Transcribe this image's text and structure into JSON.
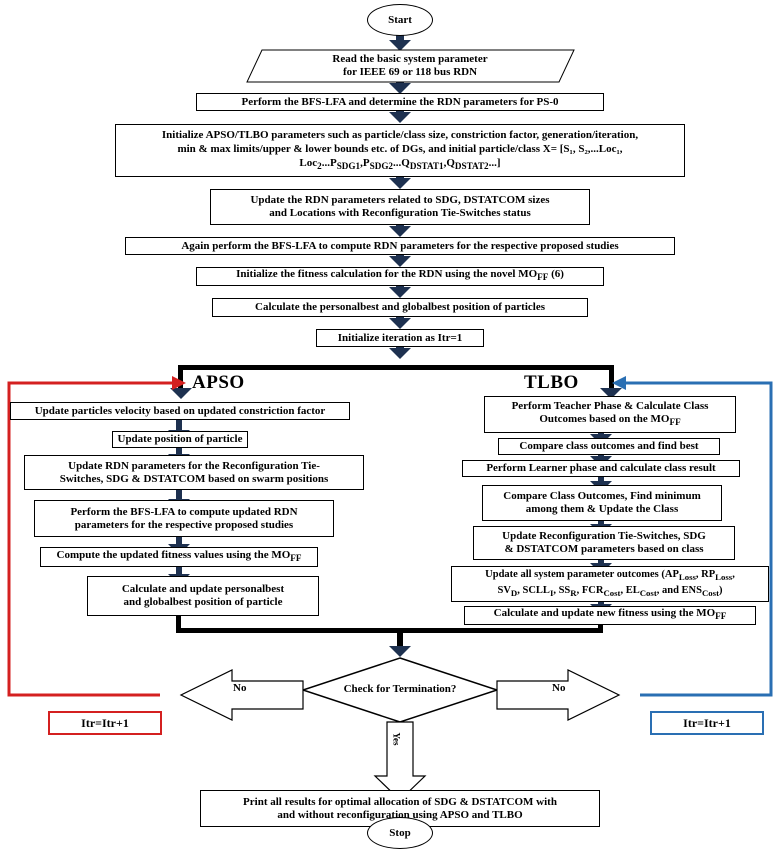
{
  "start": "Start",
  "stop": "Stop",
  "read": [
    "Read the basic system parameter",
    "for IEEE 69 or 118 bus RDN"
  ],
  "bfs_ps0": "Perform the BFS-LFA and determine the RDN parameters for PS-0",
  "initialize": [
    "Initialize APSO/TLBO parameters such as particle/class size, constriction factor, generation/iteration,",
    "min & max limits/upper & lower bounds etc. of DGs, and initial particle/class X= [S₁, S₂,...Loc₁,",
    "Loc₂...P_SDG1,P_SDG2...Q_DSTAT1,Q_DSTAT2...]"
  ],
  "update_rdn": [
    "Update the RDN parameters related to SDG, DSTATCOM sizes",
    "and Locations with Reconfiguration Tie-Switches status"
  ],
  "again_bfs": "Again perform the BFS-LFA to compute RDN parameters for the respective proposed studies",
  "fitness_init": "Initialize the fitness calculation for the RDN using the novel MO_FF (6)",
  "personal_global": "Calculate the personalbest and globalbest position of particles",
  "itr_init": "Initialize iteration as Itr=1",
  "apso": {
    "title": "APSO",
    "steps": [
      [
        "Update particles velocity based on updated constriction factor"
      ],
      [
        "Update position of particle"
      ],
      [
        "Update RDN parameters for the Reconfiguration Tie-",
        "Switches, SDG & DSTATCOM based on swarm positions"
      ],
      [
        "Perform the BFS-LFA to compute updated RDN",
        "parameters for the respective proposed studies"
      ],
      [
        "Compute the updated fitness values using the MO_FF"
      ],
      [
        "Calculate and update personalbest",
        "and globalbest position of particle"
      ]
    ]
  },
  "tlbo": {
    "title": "TLBO",
    "steps": [
      [
        "Perform Teacher Phase & Calculate Class",
        "Outcomes based on the MO_FF"
      ],
      [
        "Compare class outcomes and find best"
      ],
      [
        "Perform Learner phase and calculate class result"
      ],
      [
        "Compare Class Outcomes, Find minimum",
        "among them & Update the Class"
      ],
      [
        "Update Reconfiguration Tie-Switches, SDG",
        "& DSTATCOM parameters based on class"
      ],
      [
        "Update all system parameter outcomes (AP_Loss, RP_Loss,",
        "SV_D, SCLL_I, SS_R, FCR_Cost, EL_Cost, and ENS_Cost)"
      ],
      [
        "Calculate and update new fitness using the MO_FF"
      ]
    ]
  },
  "decision": "Check for Termination?",
  "no_left": "No",
  "no_right": "No",
  "yes": "Yes",
  "itr_left": "Itr=Itr+1",
  "itr_right": "Itr=Itr+1",
  "print": [
    "Print all results for optimal allocation of SDG & DSTATCOM with",
    "and without reconfiguration using APSO and TLBO"
  ],
  "colors": {
    "red": "#d42020",
    "blue": "#2a6fb3",
    "arrow": "#1e3150"
  }
}
